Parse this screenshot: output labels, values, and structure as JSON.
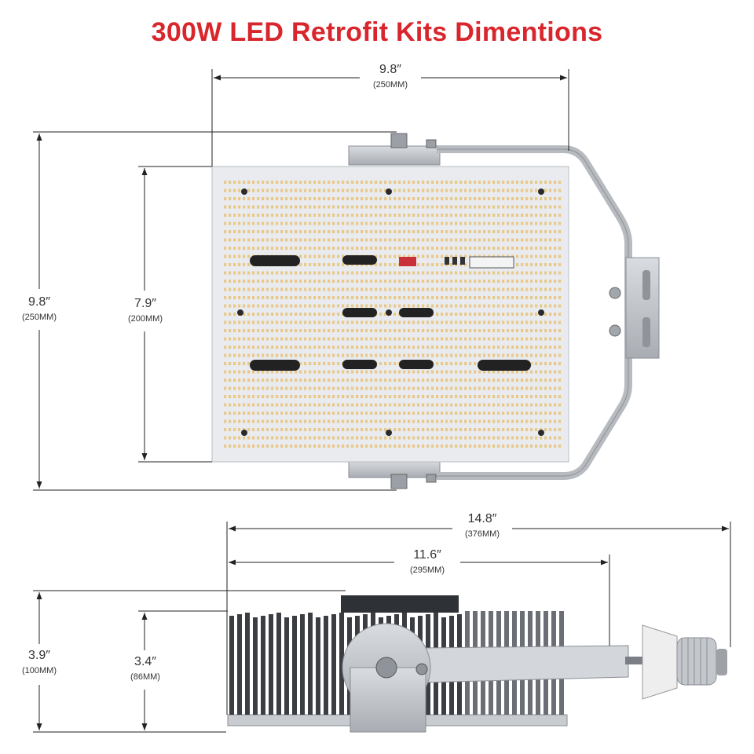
{
  "title": "300W LED Retrofit Kits Dimentions",
  "title_color": "#d9262c",
  "front_view": {
    "width_label": "9.8″",
    "width_mm": "(250MM)",
    "total_height_label": "9.8″",
    "total_height_mm": "(250MM)",
    "panel_height_label": "7.9″",
    "panel_height_mm": "(200MM)"
  },
  "side_view": {
    "total_length_label": "14.8″",
    "total_length_mm": "(376MM)",
    "body_length_label": "11.6″",
    "body_length_mm": "(295MM)",
    "total_height_label": "3.9″",
    "total_height_mm": "(100MM)",
    "body_height_label": "3.4″",
    "body_height_mm": "(86MM)"
  },
  "colors": {
    "panel": "#e9ebee",
    "led": "#e8c98a",
    "bracket": "#bfc3c8",
    "heatsink": "#3a3d42",
    "dimension_line": "#222222"
  }
}
